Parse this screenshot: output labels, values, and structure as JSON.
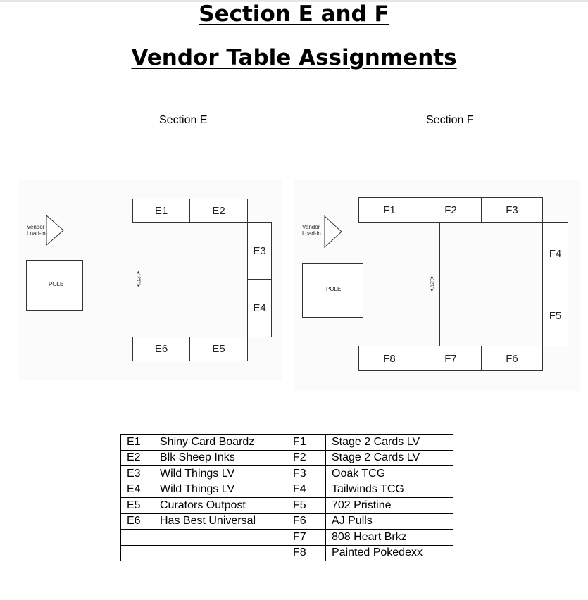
{
  "title_line1": "Section E and F",
  "title_line2": "Vendor Table Assignments",
  "section_e": {
    "label": "Section E",
    "vendor_load_line1": "Vendor",
    "vendor_load_line2": "Load-in",
    "pole": "POLE",
    "dimension": "◂12'0\"▸",
    "tables": {
      "E1": "E1",
      "E2": "E2",
      "E3": "E3",
      "E4": "E4",
      "E5": "E5",
      "E6": "E6"
    }
  },
  "section_f": {
    "label": "Section F",
    "vendor_load_line1": "Vendor",
    "vendor_load_line2": "Load-in",
    "pole": "POLE",
    "dimension": "◂12'0\"▸",
    "tables": {
      "F1": "F1",
      "F2": "F2",
      "F3": "F3",
      "F4": "F4",
      "F5": "F5",
      "F6": "F6",
      "F7": "F7",
      "F8": "F8"
    }
  },
  "assignments": [
    {
      "e_id": "E1",
      "e_vendor": "Shiny Card Boardz",
      "f_id": "F1",
      "f_vendor": "Stage 2 Cards LV"
    },
    {
      "e_id": "E2",
      "e_vendor": "Blk Sheep Inks",
      "f_id": "F2",
      "f_vendor": "Stage 2 Cards LV"
    },
    {
      "e_id": "E3",
      "e_vendor": "Wild Things LV",
      "f_id": "F3",
      "f_vendor": "Ooak TCG"
    },
    {
      "e_id": "E4",
      "e_vendor": "Wild Things LV",
      "f_id": "F4",
      "f_vendor": "Tailwinds TCG"
    },
    {
      "e_id": "E5",
      "e_vendor": "Curators Outpost",
      "f_id": "F5",
      "f_vendor": "702 Pristine"
    },
    {
      "e_id": "E6",
      "e_vendor": "Has Best Universal",
      "f_id": "F6",
      "f_vendor": "AJ Pulls"
    },
    {
      "e_id": "",
      "e_vendor": "",
      "f_id": "F7",
      "f_vendor": "808 Heart Brkz"
    },
    {
      "e_id": "",
      "e_vendor": "",
      "f_id": "F8",
      "f_vendor": "Painted Pokedexx"
    }
  ]
}
